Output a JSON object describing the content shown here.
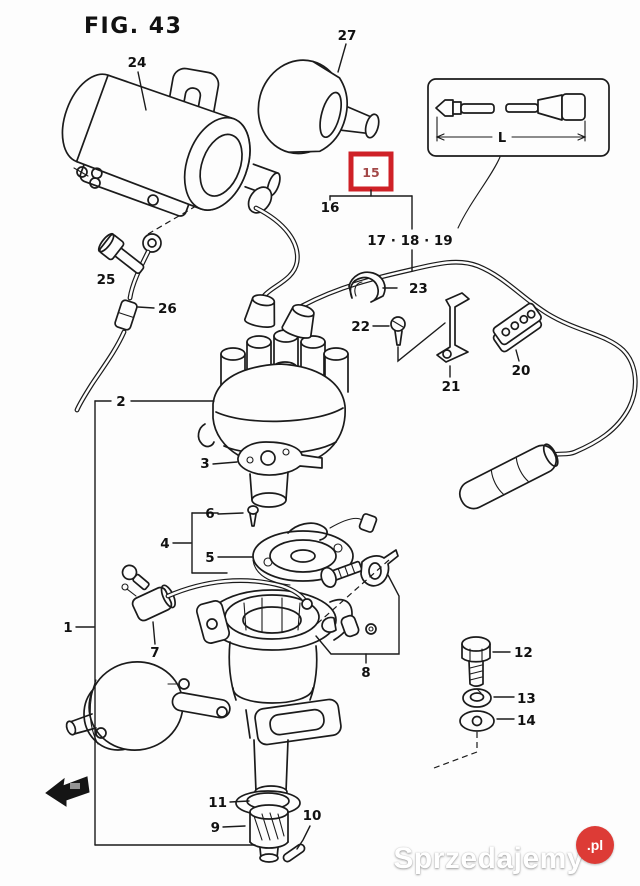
{
  "figure": {
    "title": "FIG. 43"
  },
  "callouts": {
    "c1": "1",
    "c2": "2",
    "c3": "3",
    "c4": "4",
    "c5": "5",
    "c6": "6",
    "c7": "7",
    "c8": "8",
    "c9": "9",
    "c10": "10",
    "c11": "11",
    "c12": "12",
    "c13": "13",
    "c14": "14",
    "c15": "15",
    "c16": "16",
    "c17_18_19": "17 · 18 · 19",
    "c20": "20",
    "c21": "21",
    "c22": "22",
    "c23": "23",
    "c24": "24",
    "c25": "25",
    "c26": "26",
    "c27": "27"
  },
  "inset": {
    "length_label": "L"
  },
  "highlight": {
    "box_color": "#cf2127",
    "label_color": "#a34848"
  },
  "watermark": {
    "brand": "Sprzedajemy",
    "suffix": ".pl",
    "badge_color": "#dd3b36"
  }
}
